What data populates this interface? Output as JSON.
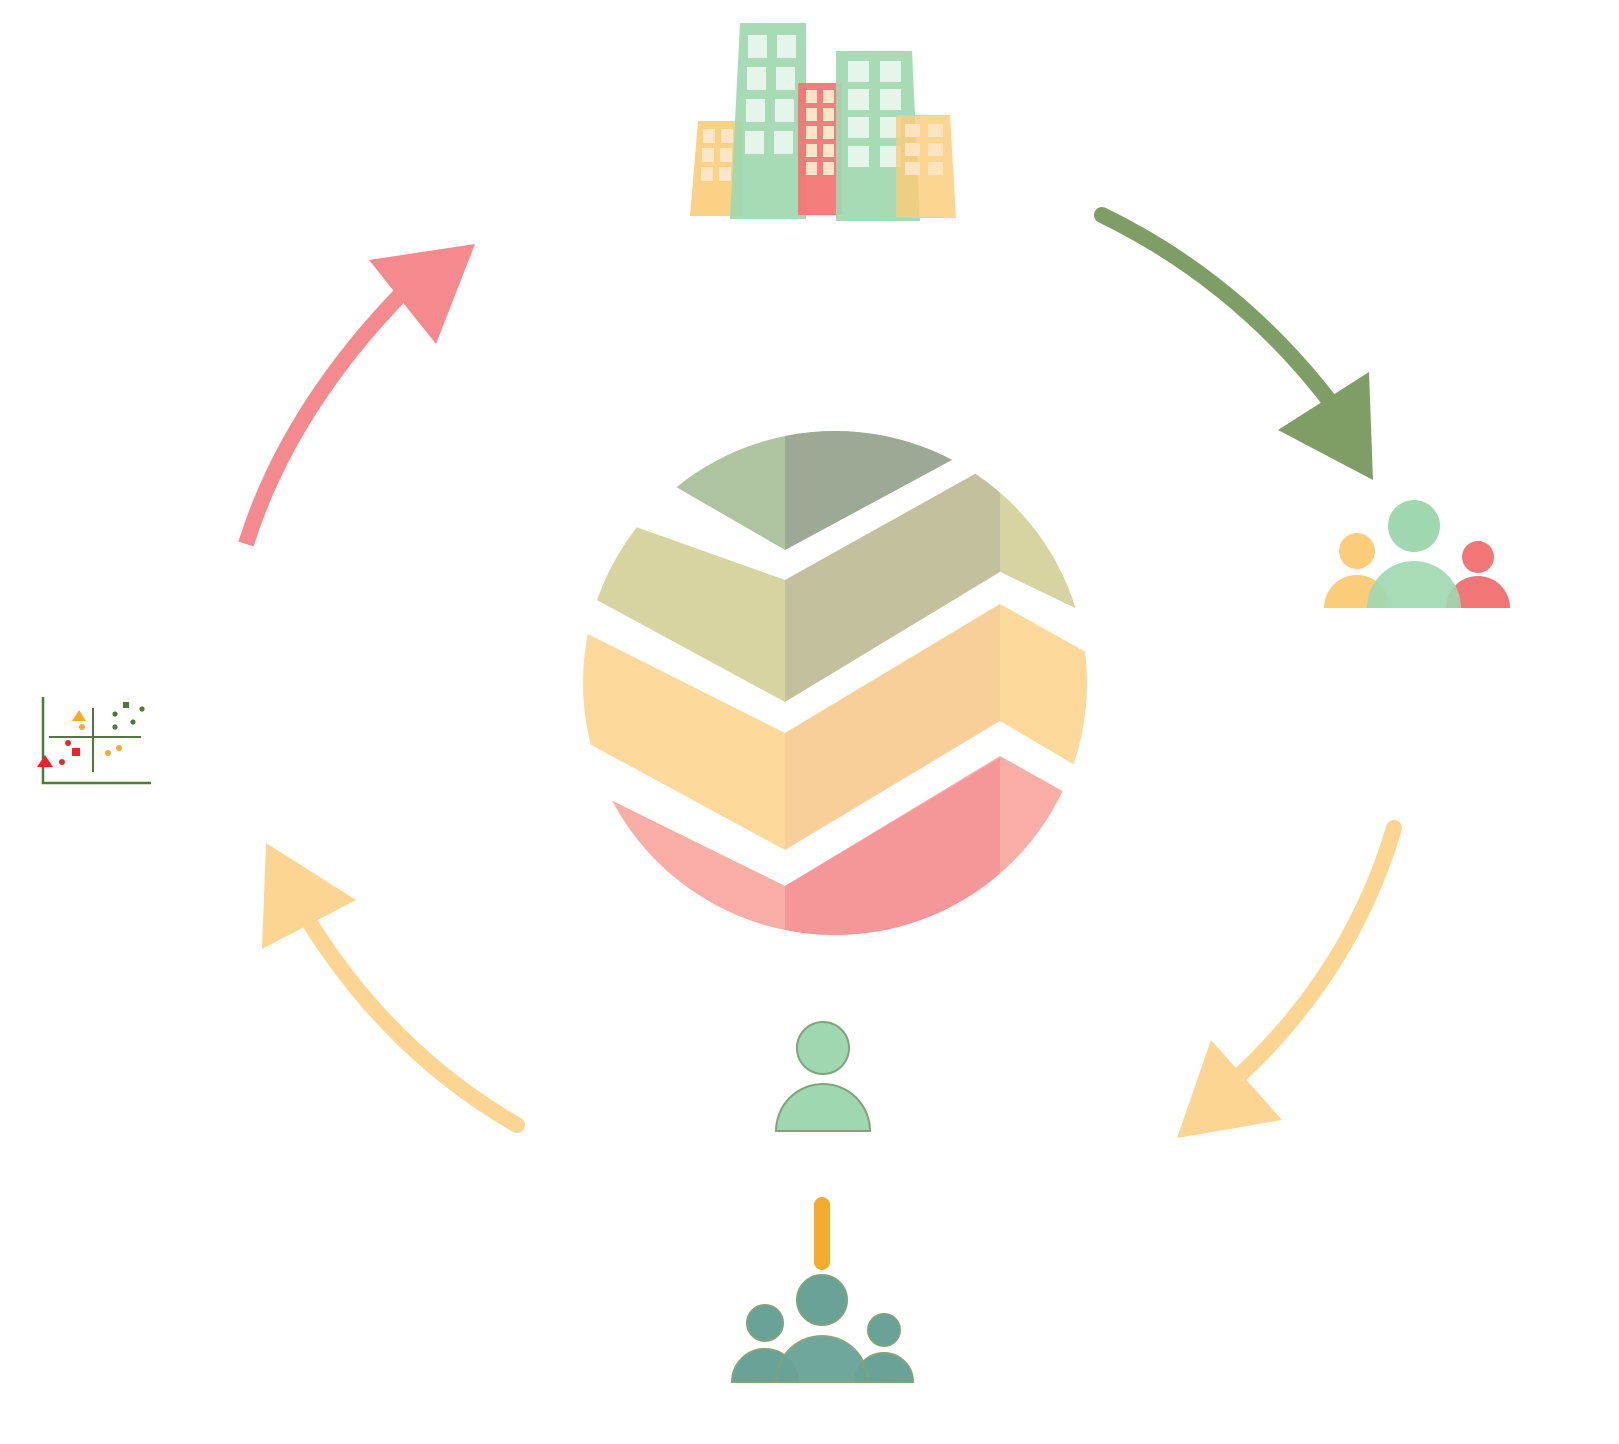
{
  "diagram": {
    "type": "cycle",
    "nodes": [
      {
        "id": "buildings",
        "icon": "city-buildings-icon"
      },
      {
        "id": "group",
        "icon": "people-group-icon"
      },
      {
        "id": "person",
        "icon": "person-icon"
      },
      {
        "id": "team",
        "icon": "people-team-icon"
      },
      {
        "id": "scatter",
        "icon": "scatter-plot-icon"
      },
      {
        "id": "center",
        "icon": "layered-chevron-logo"
      }
    ],
    "arrows": [
      {
        "from": "buildings",
        "to": "group",
        "color": "#7f9e66"
      },
      {
        "from": "group",
        "to": "person",
        "color": "#fcd592"
      },
      {
        "from": "person",
        "to": "scatter",
        "color": "#fcd592"
      },
      {
        "from": "scatter",
        "to": "buildings",
        "color": "#f48a8e"
      }
    ],
    "connector": {
      "from": "person",
      "to": "team",
      "color": "#f5ab2b"
    }
  },
  "colors": {
    "green": "#9fd8b0",
    "orange": "#fbcc79",
    "red": "#f37676",
    "dark_green": "#7f9e66",
    "teal": "#69a398",
    "window": "#e6f5ea",
    "window_warm": "#fde6c7"
  }
}
